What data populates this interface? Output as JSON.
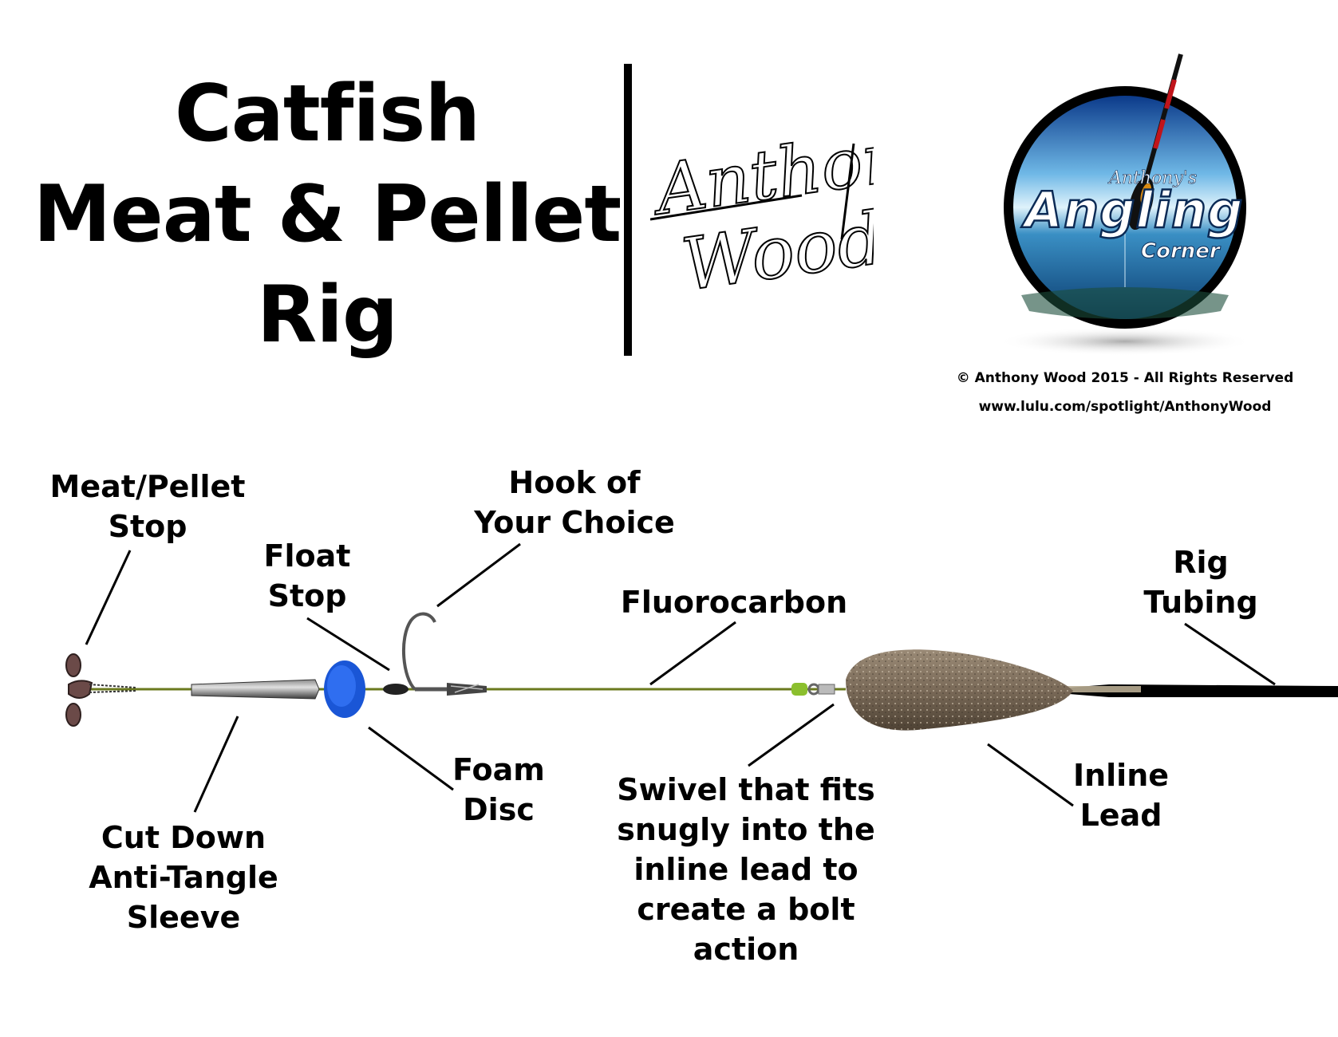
{
  "title": {
    "line1": "Catfish",
    "line2": "Meat & Pellet",
    "line3": "Rig"
  },
  "signature": {
    "first": "Anthony",
    "last": "Wood"
  },
  "logo": {
    "small": "Anthony's",
    "main": "Angling",
    "sub": "Corner"
  },
  "copyright": {
    "notice": "© Anthony Wood 2015 - All Rights Reserved",
    "url": "www.lulu.com/spotlight/AnthonyWood"
  },
  "labels": {
    "meat_stop": [
      "Meat/Pellet",
      "Stop"
    ],
    "float_stop": [
      "Float",
      "Stop"
    ],
    "hook": [
      "Hook of",
      "Your Choice"
    ],
    "fluorocarbon": [
      "Fluorocarbon"
    ],
    "rig_tubing": [
      "Rig",
      "Tubing"
    ],
    "sleeve": [
      "Cut Down",
      "Anti-Tangle",
      "Sleeve"
    ],
    "foam_disc": [
      "Foam",
      "Disc"
    ],
    "swivel": [
      "Swivel that fits",
      "snugly into the",
      "inline lead to",
      "create a bolt",
      "action"
    ],
    "inline_lead": [
      "Inline",
      "Lead"
    ]
  },
  "colors": {
    "line": "#6b7a1e",
    "foam": "#1a56d6",
    "lead": "#7a6a58",
    "tubing": "#000000",
    "swivel": "#8bbf2e"
  }
}
